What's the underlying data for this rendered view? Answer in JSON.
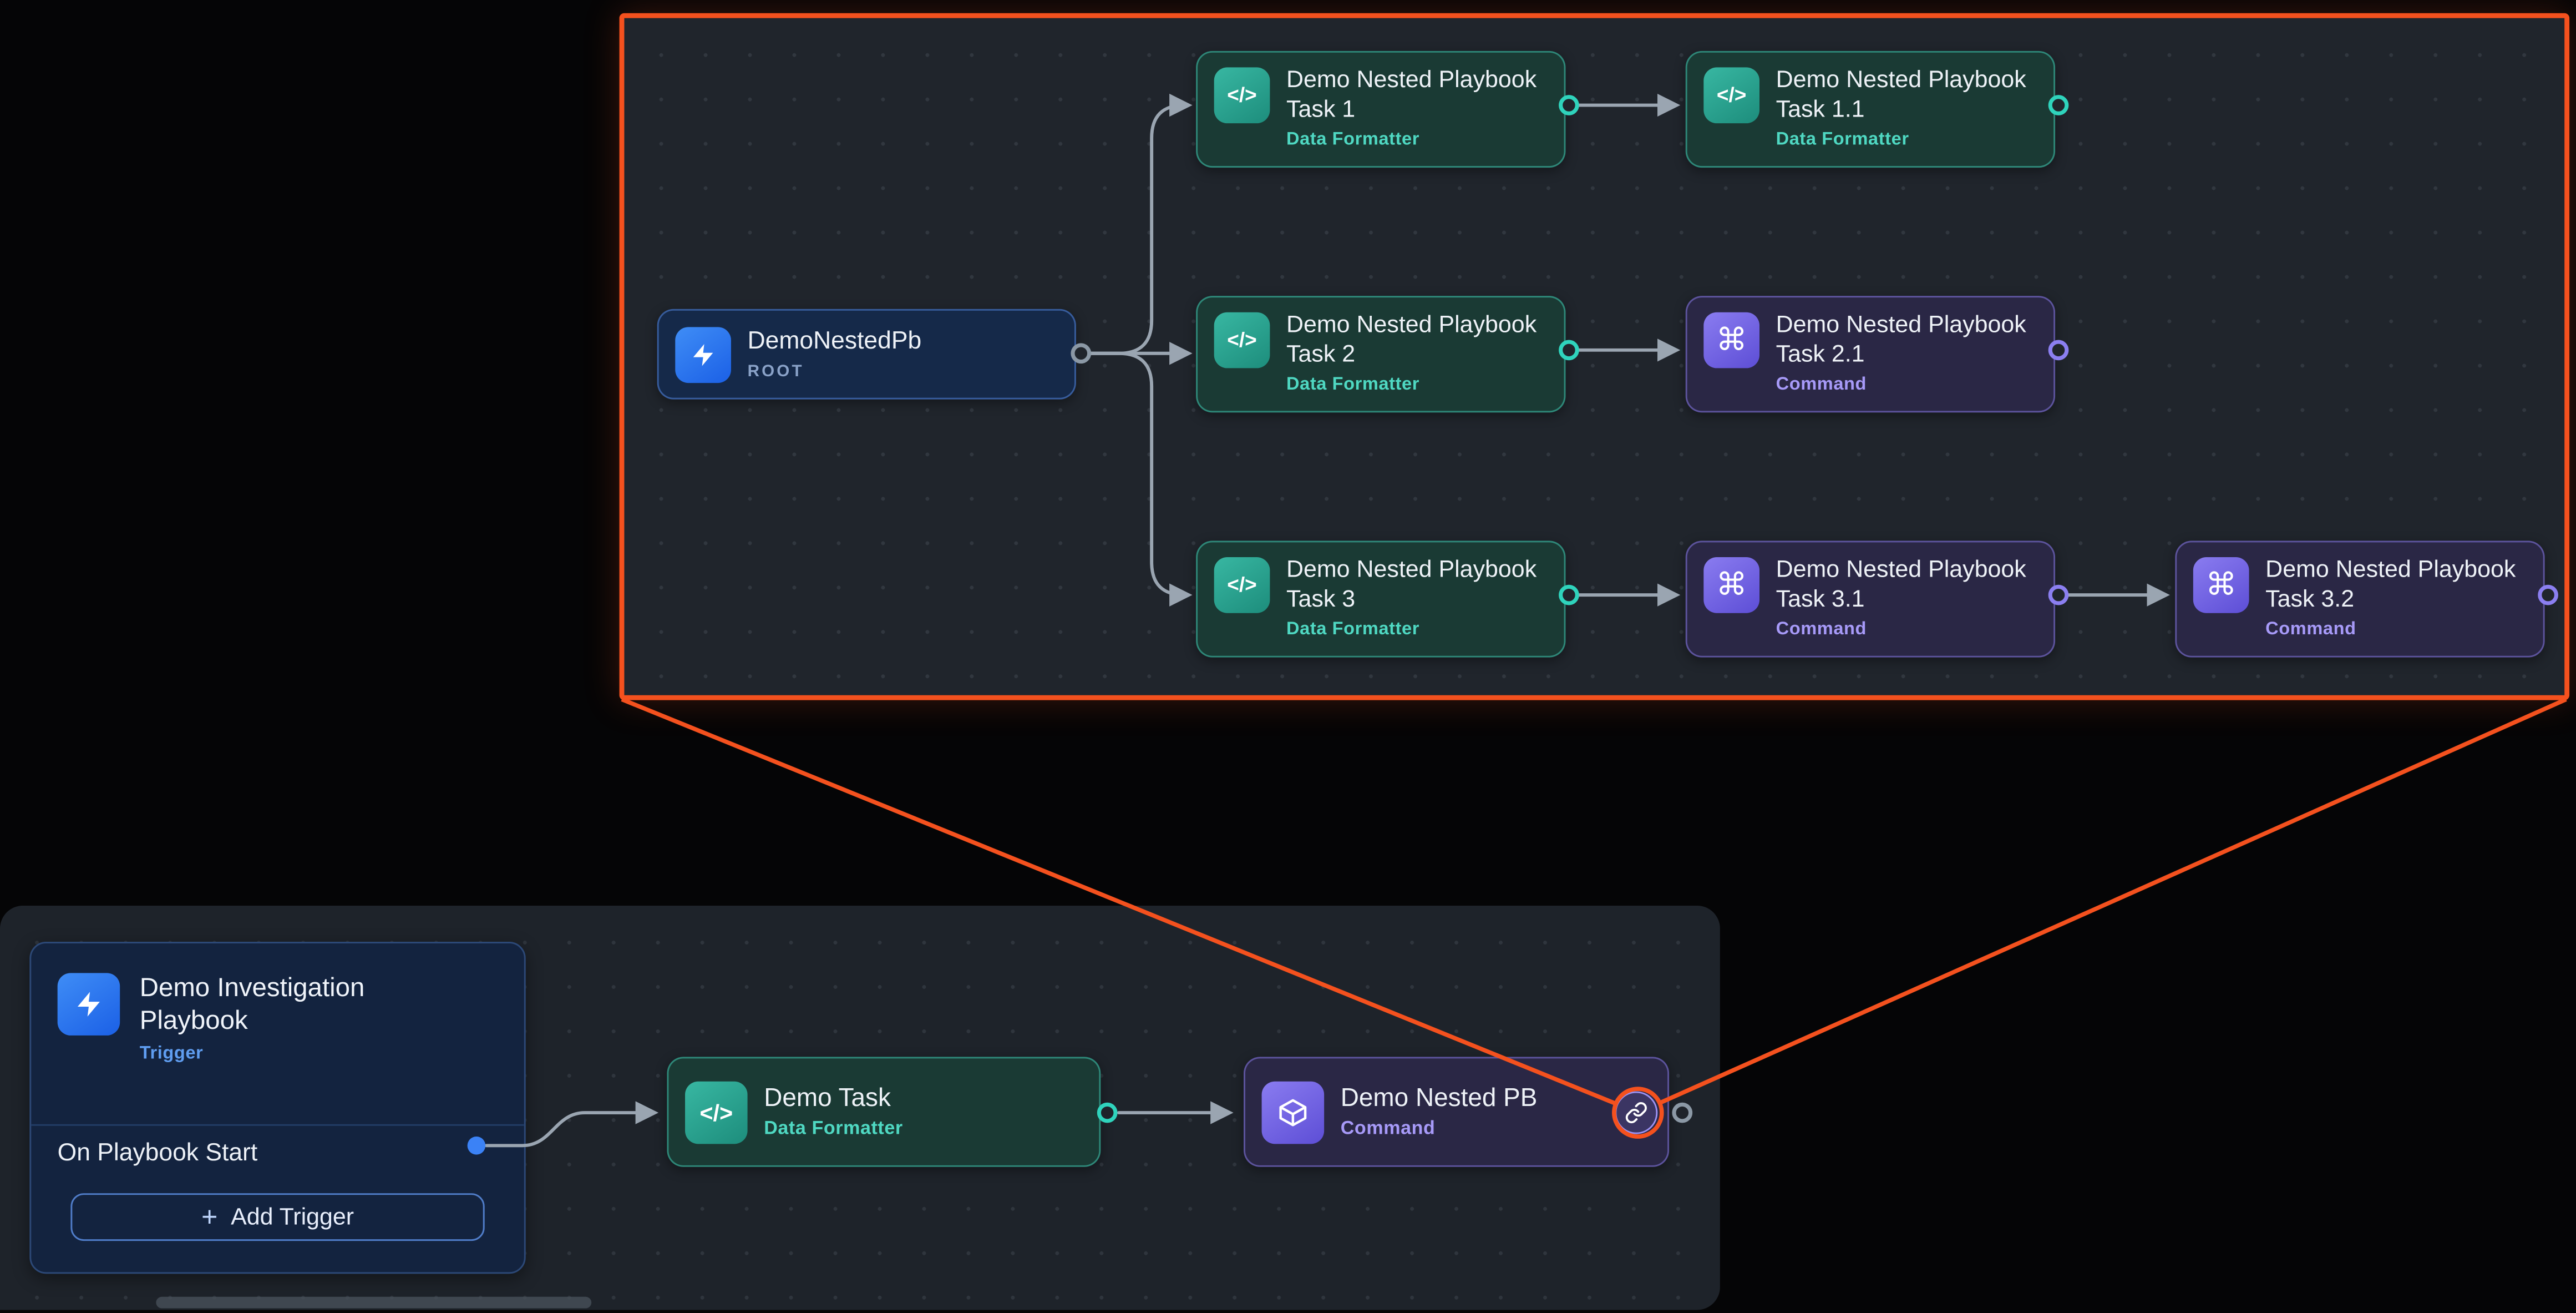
{
  "colors": {
    "orange": "#F4511E",
    "teal": "#2FD3BC",
    "purple": "#8B7FF0",
    "blue": "#3B82F6"
  },
  "icons": {
    "code": "</>",
    "command": "⌘",
    "plus": "+"
  },
  "expanded": {
    "root": {
      "title": "DemoNestedPb",
      "subtitle": "ROOT"
    },
    "tasks": [
      {
        "title": "Demo Nested Playbook Task 1",
        "subtitle": "Data Formatter"
      },
      {
        "title": "Demo Nested Playbook Task 1.1",
        "subtitle": "Data Formatter"
      },
      {
        "title": "Demo Nested Playbook Task 2",
        "subtitle": "Data Formatter"
      },
      {
        "title": "Demo Nested Playbook Task 2.1",
        "subtitle": "Command"
      },
      {
        "title": "Demo Nested Playbook Task 3",
        "subtitle": "Data Formatter"
      },
      {
        "title": "Demo Nested Playbook Task 3.1",
        "subtitle": "Command"
      },
      {
        "title": "Demo Nested Playbook Task 3.2",
        "subtitle": "Command"
      }
    ]
  },
  "main": {
    "trigger_card": {
      "title": "Demo Investigation Playbook",
      "subtitle": "Trigger",
      "start_row": "On Playbook Start",
      "add_trigger": "Add Trigger"
    },
    "task": {
      "title": "Demo Task",
      "subtitle": "Data Formatter"
    },
    "nested": {
      "title": "Demo Nested PB",
      "subtitle": "Command"
    }
  }
}
